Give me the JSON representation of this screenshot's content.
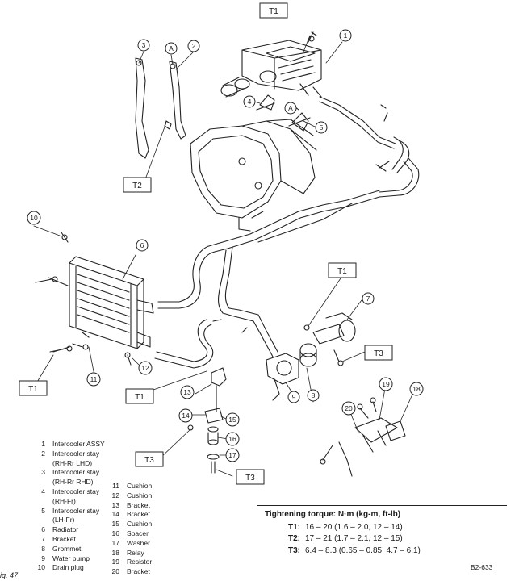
{
  "callouts": {
    "c1": "1",
    "c2": "2",
    "c3": "3",
    "cA1": "A",
    "cA2": "A",
    "c4": "4",
    "c5": "5",
    "c6": "6",
    "c7": "7",
    "c8": "8",
    "c9": "9",
    "c10": "10",
    "c11": "11",
    "c12": "12",
    "c13": "13",
    "c14": "14",
    "c15": "15",
    "c16": "16",
    "c17": "17",
    "c18": "18",
    "c19": "19",
    "c20": "20"
  },
  "torque_boxes": {
    "t1_top": "T1",
    "t2": "T2",
    "t1_mid": "T1",
    "t3_right": "T3",
    "t1_left": "T1",
    "t1_center": "T1",
    "t3_left": "T3",
    "t3_bottom": "T3"
  },
  "legend_left": [
    {
      "num": "1",
      "text": "Intercooler ASSY"
    },
    {
      "num": "2",
      "text": "Intercooler stay"
    },
    {
      "num": "",
      "text": "(RH-Rr LHD)"
    },
    {
      "num": "3",
      "text": "Intercooler stay"
    },
    {
      "num": "",
      "text": "(RH-Rr RHD)"
    },
    {
      "num": "4",
      "text": "Intercooler stay"
    },
    {
      "num": "",
      "text": "(RH-Fr)"
    },
    {
      "num": "5",
      "text": "Intercooler stay"
    },
    {
      "num": "",
      "text": "(LH-Fr)"
    },
    {
      "num": "6",
      "text": "Radiator"
    },
    {
      "num": "7",
      "text": "Bracket"
    },
    {
      "num": "8",
      "text": "Grommet"
    },
    {
      "num": "9",
      "text": "Water pump"
    },
    {
      "num": "10",
      "text": "Drain plug"
    }
  ],
  "legend_right": [
    {
      "num": "11",
      "text": "Cushion"
    },
    {
      "num": "12",
      "text": "Cushion"
    },
    {
      "num": "13",
      "text": "Bracket"
    },
    {
      "num": "14",
      "text": "Bracket"
    },
    {
      "num": "15",
      "text": "Cushion"
    },
    {
      "num": "16",
      "text": "Spacer"
    },
    {
      "num": "17",
      "text": "Washer"
    },
    {
      "num": "18",
      "text": "Relay"
    },
    {
      "num": "19",
      "text": "Resistor"
    },
    {
      "num": "20",
      "text": "Bracket"
    }
  ],
  "torque_table": {
    "heading": "Tightening torque: N·m (kg-m, ft-lb)",
    "rows": [
      {
        "label": "T1:",
        "value": "16 – 20 (1.6 – 2.0, 12 – 14)"
      },
      {
        "label": "T2:",
        "value": "17 – 21 (1.7 – 2.1, 12 – 15)"
      },
      {
        "label": "T3:",
        "value": "6.4 – 8.3 (0.65 – 0.85, 4.7 – 6.1)"
      }
    ]
  },
  "figure_tag": "B2-633",
  "caption": "ig. 47"
}
